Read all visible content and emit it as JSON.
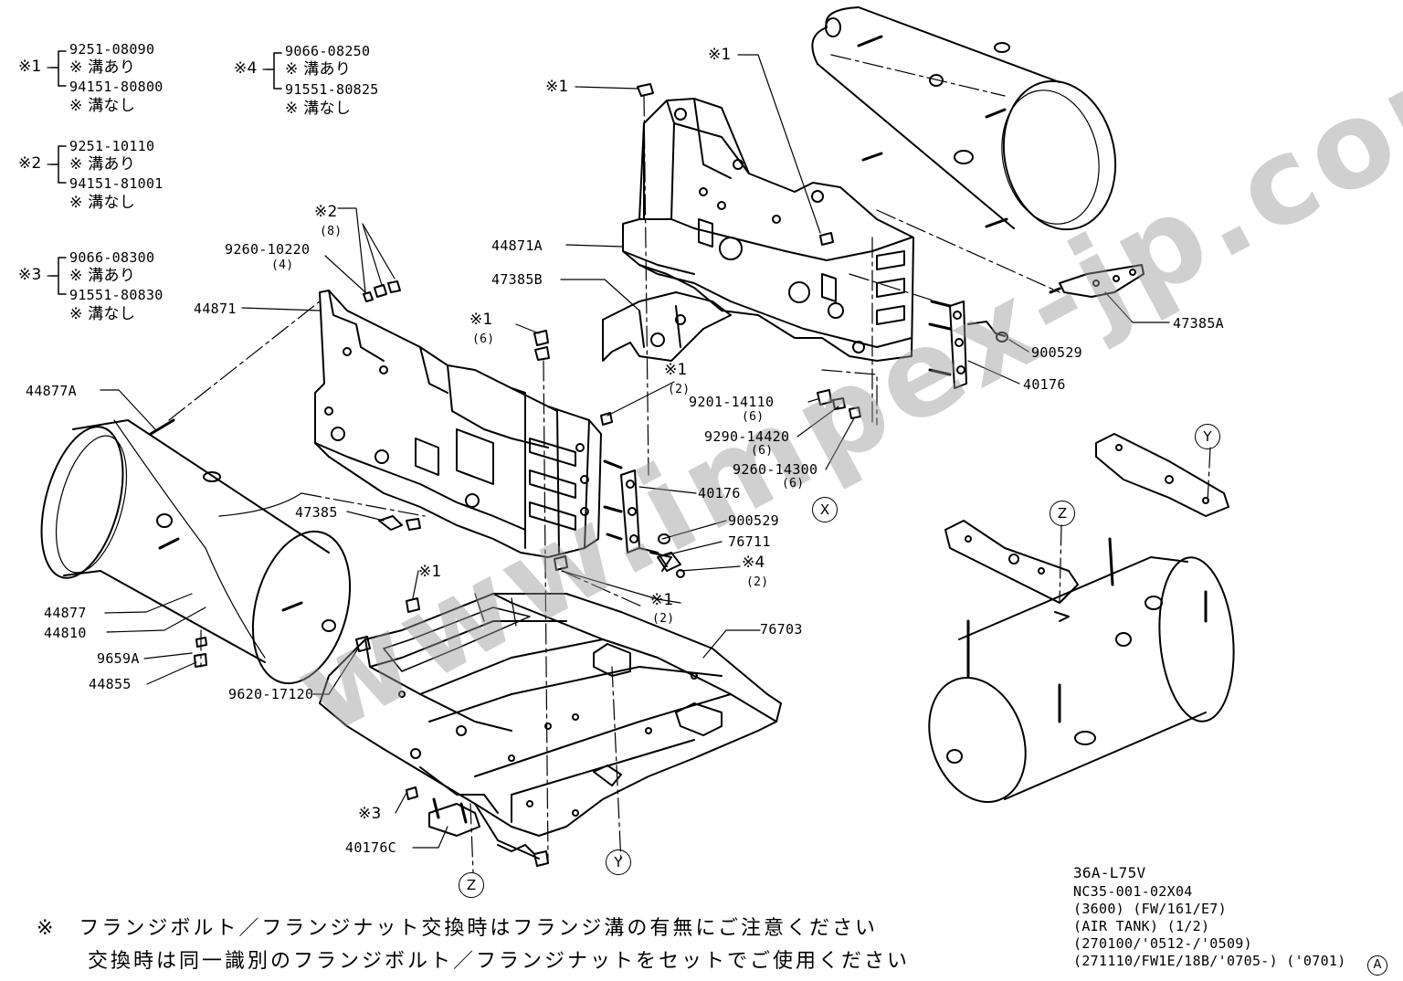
{
  "watermark": "www.impex-jp.com",
  "legend": {
    "k1": {
      "mark": "※1",
      "part_a": "9251-08090",
      "a_note": "※ 溝あり",
      "part_b": "94151-80800",
      "b_note": "※ 溝なし"
    },
    "k2": {
      "mark": "※2",
      "part_a": "9251-10110",
      "a_note": "※ 溝あり",
      "part_b": "94151-81001",
      "b_note": "※ 溝なし"
    },
    "k3": {
      "mark": "※3",
      "part_a": "9066-08300",
      "a_note": "※ 溝あり",
      "part_b": "91551-80830",
      "b_note": "※ 溝なし"
    },
    "k4": {
      "mark": "※4",
      "part_a": "9066-08250",
      "a_note": "※ 溝あり",
      "part_b": "91551-80825",
      "b_note": "※ 溝なし"
    }
  },
  "labels": {
    "p44871a": "44871A",
    "p47385b": "47385B",
    "p44871": "44871",
    "p44877a": "44877A",
    "p47385": "47385",
    "p44877": "44877",
    "p44810": "44810",
    "p9659a": "9659A",
    "p44855": "44855",
    "p9620": "9620-17120",
    "p76703": "76703",
    "p40176c": "40176C",
    "p40176_mid": "40176",
    "p900529_mid": "900529",
    "p76711": "76711",
    "p47385a": "47385A",
    "p900529_r": "900529",
    "p40176_r": "40176",
    "p9201": "9201-14110",
    "p9201_q": "(6)",
    "p9290": "9290-14420",
    "p9290_q": "(6)",
    "p9260b": "9260-14300",
    "p9260b_q": "(6)",
    "p9260a": "9260-10220",
    "p9260a_q": "(4)",
    "k2_top": "※2",
    "k2_top_q": "(8)",
    "k1_topright": "※1",
    "k1_top": "※1",
    "k1_mid": "※1",
    "k1_mid_q": "(6)",
    "k1_bracket": "※1",
    "k1_bracket_q": "(2)",
    "k1_lower": "※1",
    "k1_lower_q": "(2)",
    "k1_plate": "※1",
    "k4_mark": "※4",
    "k4_q": "(2)",
    "k3_mark": "※3"
  },
  "refs": {
    "x": "X",
    "y_top": "Y",
    "y_bottom": "Y",
    "z_top": "Z",
    "z_bottom": "Z",
    "a": "A"
  },
  "title_block": {
    "model": "36A-L75V",
    "code": "NC35-001-02X04",
    "spec": "(3600) (FW/161/E7)",
    "name": "(AIR TANK) (1/2)",
    "range1": "(270100/'0512-/'0509)",
    "range2": "(271110/FW1E/18B/'0705-) ('0701)"
  },
  "notes": {
    "line1": "※　フランジボルト／フランジナット交換時はフランジ溝の有無にご注意ください",
    "line2": "交換時は同一識別のフランジボルト／フランジナットをセットでご使用ください"
  }
}
